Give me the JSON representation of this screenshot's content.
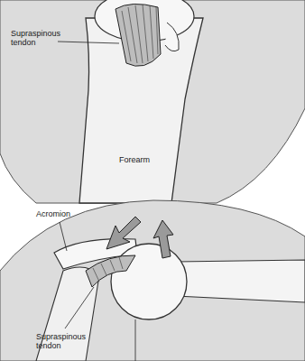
{
  "diagram": {
    "labels": [
      "Supraspinous tendon",
      "Forearm",
      "Acromion",
      "Supraspinous tendon"
    ]
  }
}
